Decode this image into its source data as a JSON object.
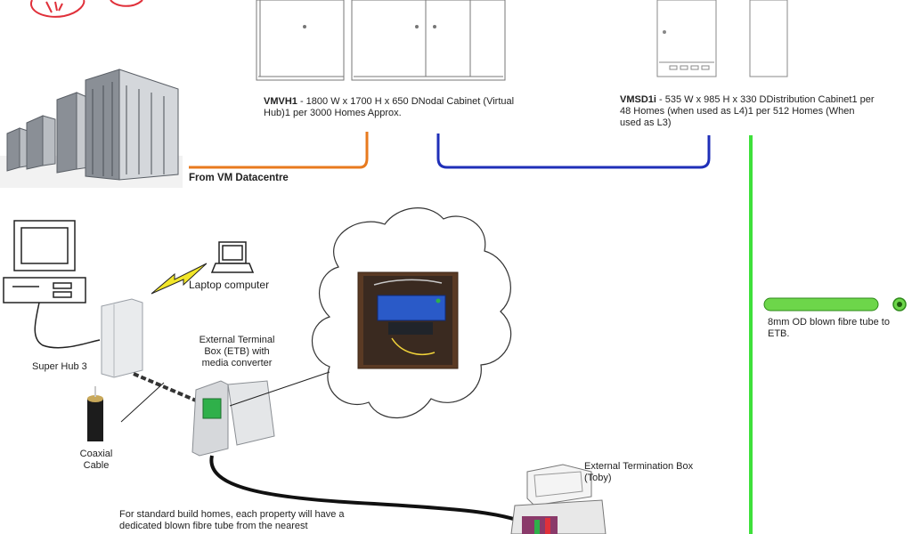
{
  "labels": {
    "vmvh1_code": "VMVH1",
    "vmvh1_desc": " - 1800 W x 1700 H x 650 DNodal Cabinet (Virtual Hub)1 per 3000 Homes Approx.",
    "vmsd1i_code": "VMSD1i",
    "vmsd1i_desc": " - 535 W x 985 H x 330 DDistribution Cabinet1 per 48 Homes (when used as L4)1 per 512 Homes (When used as L3)",
    "from_datacentre": "From  VM Datacentre",
    "laptop": "Laptop computer",
    "super_hub": "Super Hub 3",
    "etb": "External Terminal Box (ETB) with media converter",
    "coaxial": "Coaxial Cable",
    "fibre_tube": "8mm OD blown fibre tube to ETB.",
    "toby": "External Termination Box (Toby)",
    "standard_build": "For standard build homes, each property will have a dedicated blown fibre tube from the nearest"
  },
  "colors": {
    "orange_line": "#e87a1e",
    "blue_line": "#1f2fb8",
    "green_line": "#3ee03a",
    "red_sketch": "#e0303a"
  }
}
